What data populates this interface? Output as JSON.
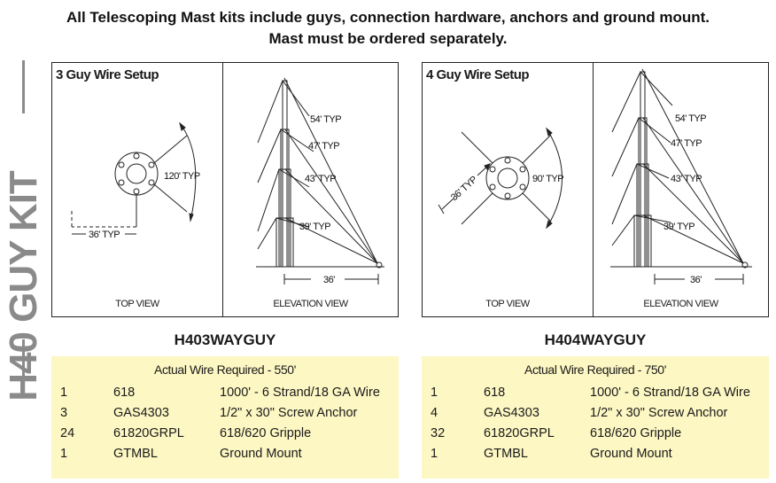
{
  "header": {
    "line1": "All Telescoping Mast kits include guys, connection hardware, anchors and ground mount.",
    "line2": "Mast must be ordered separately."
  },
  "side_label": "H40 GUY KIT",
  "kits": [
    {
      "setup_title": "3 Guy Wire Setup",
      "top_view_label": "TOP VIEW",
      "elevation_view_label": "ELEVATION VIEW",
      "top_dims": {
        "angle": "120' TYP",
        "distance": "36' TYP"
      },
      "elev_dims": {
        "d1": "54' TYP",
        "d2": "47' TYP",
        "d3": "43' TYP",
        "d4": "39' TYP",
        "base": "36'"
      },
      "model": "H403WAYGUY",
      "wire_required": "Actual Wire Required - 550'",
      "rows": [
        {
          "qty": "1",
          "part": "618",
          "desc": "1000' - 6 Strand/18 GA Wire"
        },
        {
          "qty": "3",
          "part": "GAS4303",
          "desc": "1/2\" x 30\" Screw Anchor"
        },
        {
          "qty": "24",
          "part": "61820GRPL",
          "desc": "618/620 Gripple"
        },
        {
          "qty": "1",
          "part": "GTMBL",
          "desc": "Ground Mount"
        }
      ]
    },
    {
      "setup_title": "4 Guy Wire Setup",
      "top_view_label": "TOP VIEW",
      "elevation_view_label": "ELEVATION VIEW",
      "top_dims": {
        "angle": "90' TYP",
        "distance": "36' TYP"
      },
      "elev_dims": {
        "d1": "54' TYP",
        "d2": "47' TYP",
        "d3": "43' TYP",
        "d4": "39' TYP",
        "base": "36'"
      },
      "model": "H404WAYGUY",
      "wire_required": "Actual Wire Required - 750'",
      "rows": [
        {
          "qty": "1",
          "part": "618",
          "desc": "1000' - 6 Strand/18 GA Wire"
        },
        {
          "qty": "4",
          "part": "GAS4303",
          "desc": "1/2\" x 30\" Screw Anchor"
        },
        {
          "qty": "32",
          "part": "61820GRPL",
          "desc": "618/620 Gripple"
        },
        {
          "qty": "1",
          "part": "GTMBL",
          "desc": "Ground Mount"
        }
      ]
    }
  ],
  "colors": {
    "table_bg": "#fdf7c3",
    "side_label": "#8a8a8a",
    "line": "#222222"
  }
}
